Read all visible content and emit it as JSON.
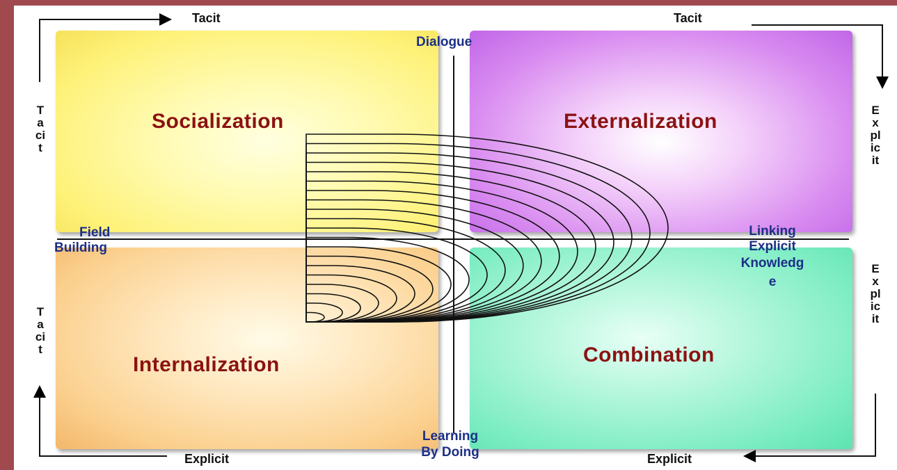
{
  "quadrants": {
    "socialization": "Socialization",
    "externalization": "Externalization",
    "internalization": "Internalization",
    "combination": "Combination"
  },
  "axis_labels": {
    "dialogue": "Dialogue",
    "field_building_1": "Field",
    "field_building_2": "Building",
    "linking_1": "Linking",
    "linking_2": "Explicit",
    "linking_3": "Knowledg",
    "linking_4": "e",
    "learning_1": "Learning",
    "learning_2": "By Doing"
  },
  "edges": {
    "top_left": "Tacit",
    "top_right": "Tacit",
    "bottom_left": "Explicit",
    "bottom_right": "Explicit",
    "left_top": "Tacit",
    "left_bottom": "Tacit",
    "right_top": "Explicit",
    "right_bottom": "Explicit"
  },
  "colors": {
    "background": "#a0494f",
    "title": "#8b1212",
    "axis_text": "#1c2f86"
  }
}
